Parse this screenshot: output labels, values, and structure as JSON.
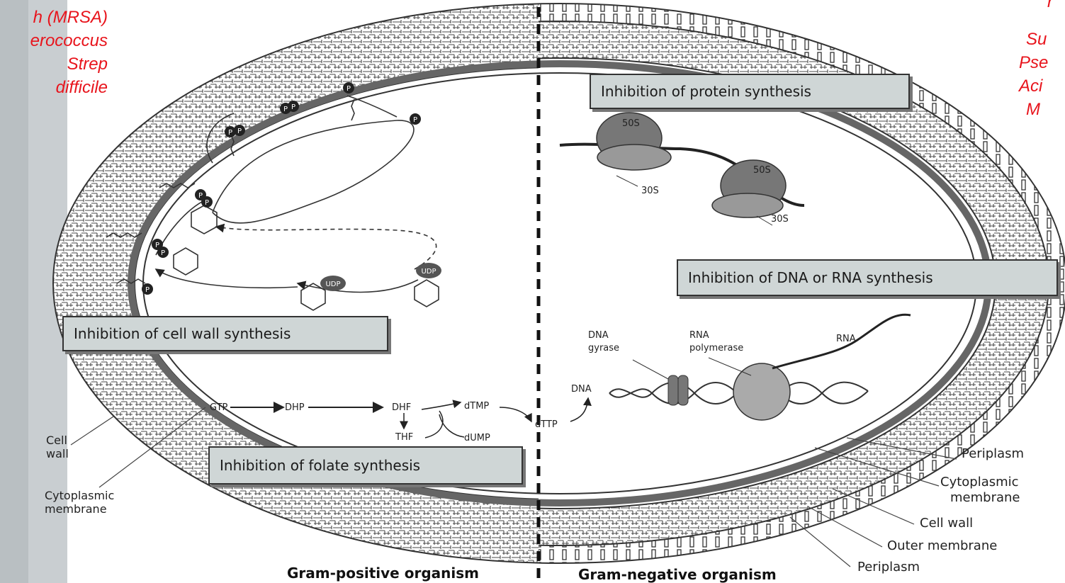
{
  "left_list": [
    "h (MRSA)",
    "erococcus",
    "Strep",
    "difficile"
  ],
  "right_list": [
    "r",
    "Su",
    "Pse",
    "Aci",
    "M"
  ],
  "boxes": {
    "protein": "Inhibition of protein synthesis",
    "dna_rna": "Inhibition of DNA or RNA synthesis",
    "cell_wall": "Inhibition of cell wall synthesis",
    "folate": "Inhibition of folate synthesis"
  },
  "ribosome": {
    "large1": "50S",
    "small1": "30S",
    "large2": "50S",
    "small2": "30S"
  },
  "phosphate": "P",
  "udp": "UDP",
  "dna_labels": {
    "gyrase_line1": "DNA",
    "gyrase_line2": "gyrase",
    "rnap_line1": "RNA",
    "rnap_line2": "polymerase",
    "rna": "RNA",
    "dna": "DNA"
  },
  "folate_pathway": {
    "gtp": "GTP",
    "dhp": "DHP",
    "dhf": "DHF",
    "thf": "THF",
    "dtmp": "dTMP",
    "dump": "dUMP",
    "dttp": "dTTP"
  },
  "left_labels": {
    "cell_wall_1": "Cell",
    "cell_wall_2": "wall",
    "cyto_1": "Cytoplasmic",
    "cyto_2": "membrane"
  },
  "right_labels": {
    "periplasm": "Periplasm",
    "cyto_1": "Cytoplasmic",
    "cyto_2": "membrane",
    "cell_wall": "Cell wall",
    "outer_membrane": "Outer membrane",
    "periplasm2": "Periplasm"
  },
  "bottom": {
    "gram_pos": "Gram-positive organism",
    "gram_neg": "Gram-negative organism"
  }
}
